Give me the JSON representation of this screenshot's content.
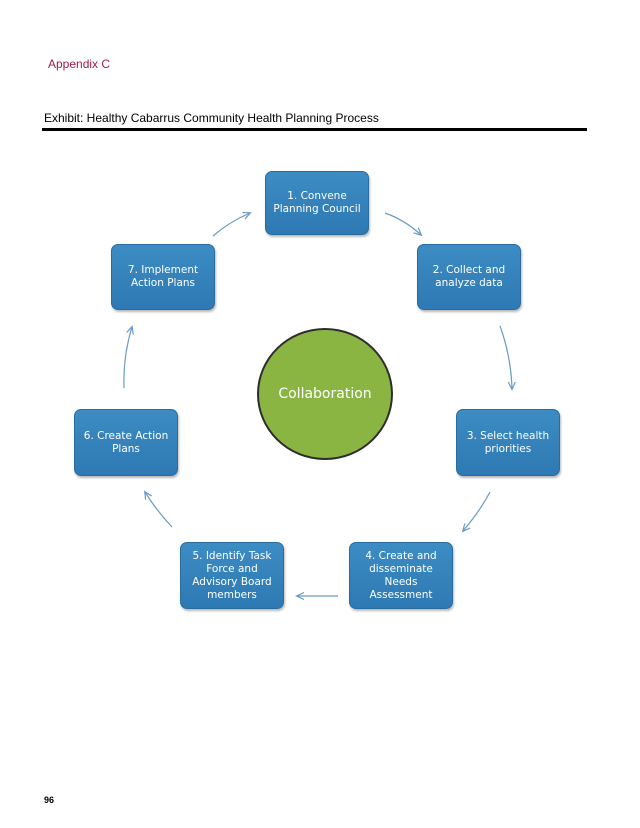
{
  "header": {
    "appendix": "Appendix C",
    "exhibit_title": "Exhibit: Healthy Cabarrus Community Health Planning Process"
  },
  "diagram": {
    "center": "Collaboration",
    "steps": [
      {
        "label": "1. Convene\nPlanning Council"
      },
      {
        "label": "2. Collect and\nanalyze data"
      },
      {
        "label": "3. Select health\npriorities"
      },
      {
        "label": "4. Create and\ndisseminate\nNeeds\nAssessment"
      },
      {
        "label": "5. Identify Task\nForce and\nAdvisory Board\nmembers"
      },
      {
        "label": "6. Create Action\nPlans"
      },
      {
        "label": "7. Implement\nAction Plans"
      }
    ],
    "colors": {
      "box": "#2e79b3",
      "circle": "#8bb543",
      "arrow": "#6a9ac8",
      "appendix_text": "#a4194a"
    }
  },
  "footer": {
    "page_number": "96"
  }
}
